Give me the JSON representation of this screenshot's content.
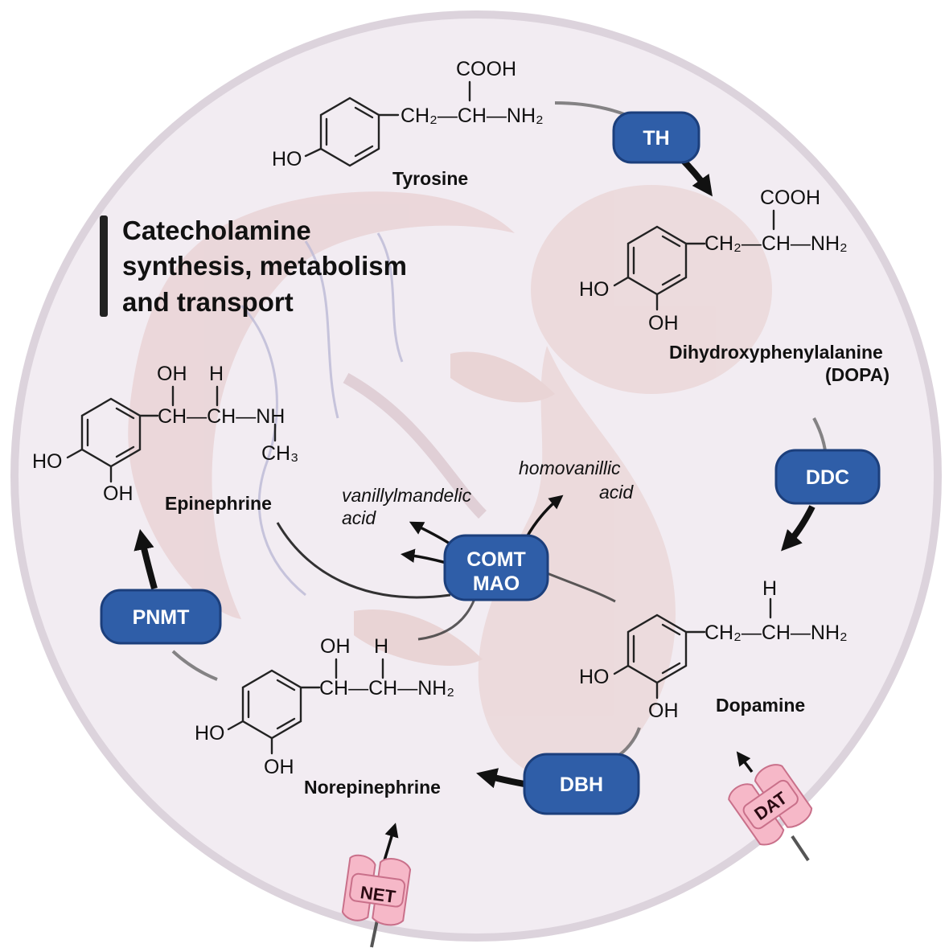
{
  "title": [
    "Catecholamine",
    "synthesis, metabolism",
    "and transport"
  ],
  "molecules": {
    "tyrosine": {
      "name": "Tyrosine",
      "cooh": "COOH",
      "chain": "CH₂—CH—NH₂",
      "ho": "HO"
    },
    "dopa": {
      "name1": "Dihydroxyphenylalanine",
      "name2": "(DOPA)",
      "cooh": "COOH",
      "chain": "CH₂—CH—NH₂",
      "ho": "HO",
      "oh": "OH"
    },
    "dopamine": {
      "name": "Dopamine",
      "h": "H",
      "chain": "CH₂—CH—NH₂",
      "ho": "HO",
      "oh": "OH"
    },
    "norepinephrine": {
      "name": "Norepinephrine",
      "oh_top": "OH",
      "h": "H",
      "chain": "CH—CH—NH₂",
      "ho": "HO",
      "oh": "OH"
    },
    "epinephrine": {
      "name": "Epinephrine",
      "oh_top": "OH",
      "h": "H",
      "chain": "CH—CH—NH",
      "ch3": "CH₃",
      "ho": "HO",
      "oh": "OH"
    }
  },
  "enzymes": {
    "th": "TH",
    "ddc": "DDC",
    "dbh": "DBH",
    "pnmt": "PNMT",
    "comt": "COMT",
    "mao": "MAO"
  },
  "products": {
    "vma1": "vanillylmandelic",
    "vma2": "acid",
    "hva1": "homovanillic",
    "hva2": "acid"
  },
  "transporters": {
    "net": "NET",
    "dat": "DAT"
  },
  "colors": {
    "enzyme": "#2f5ea8",
    "circle": "#f2ecf2",
    "transporter": "#f6b8c8",
    "fetus": "#ecd6d6"
  }
}
